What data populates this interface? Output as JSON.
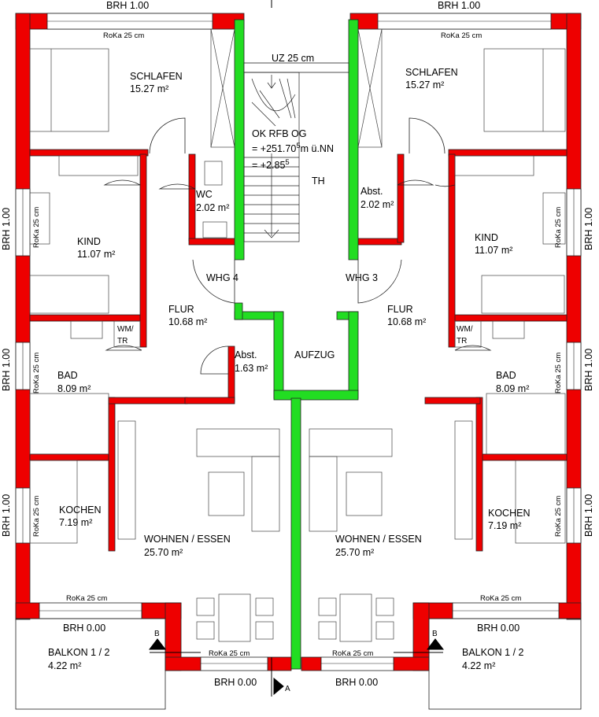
{
  "colors": {
    "wall": "#ee0000",
    "shaft": "#22dd22",
    "line": "#222222"
  },
  "rooms": {
    "left_schlafen": {
      "name": "SCHLAFEN",
      "area": "15.27 m²"
    },
    "right_schlafen": {
      "name": "SCHLAFEN",
      "area": "15.27 m²"
    },
    "left_kind": {
      "name": "KIND",
      "area": "11.07 m²"
    },
    "right_kind": {
      "name": "KIND",
      "area": "11.07 m²"
    },
    "wc": {
      "name": "WC",
      "area": "2.02 m²"
    },
    "abst_right": {
      "name": "Abst.",
      "area": "2.02 m²"
    },
    "abst_center": {
      "name": "Abst.",
      "area": "1.63 m²"
    },
    "left_flur": {
      "name": "FLUR",
      "area": "10.68 m²"
    },
    "right_flur": {
      "name": "FLUR",
      "area": "10.68 m²"
    },
    "left_bad": {
      "name": "BAD",
      "area": "8.09 m²"
    },
    "right_bad": {
      "name": "BAD",
      "area": "8.09 m²"
    },
    "left_kochen": {
      "name": "KOCHEN",
      "area": "7.19 m²"
    },
    "right_kochen": {
      "name": "KOCHEN",
      "area": "7.19 m²"
    },
    "left_wohnen": {
      "name": "WOHNEN / ESSEN",
      "area": "25.70 m²"
    },
    "right_wohnen": {
      "name": "WOHNEN / ESSEN",
      "area": "25.70 m²"
    },
    "left_balkon": {
      "name": "BALKON 1 / 2",
      "area": "4.22 m²"
    },
    "right_balkon": {
      "name": "BALKON 1 / 2",
      "area": "4.22 m²"
    }
  },
  "labels": {
    "whg4": "WHG 4",
    "whg3": "WHG 3",
    "aufzug": "AUFZUG",
    "th": "TH",
    "wmtr_l1": "WM/",
    "wmtr_l2": "TR",
    "wmtr_r1": "WM/",
    "wmtr_r2": "TR",
    "uz": "UZ 25 cm",
    "okrfb": "OK RFB OG",
    "level_nn": "= +251.70",
    "level_nn_sup": "5",
    "level_nn_unit": "m ü.NN",
    "level_rel": "= +2.85",
    "level_rel_sup": "5",
    "brh_100": "BRH 1.00",
    "brh_000": "BRH 0.00",
    "roka": "RoKa 25 cm",
    "section_a": "A",
    "section_b": "B"
  }
}
